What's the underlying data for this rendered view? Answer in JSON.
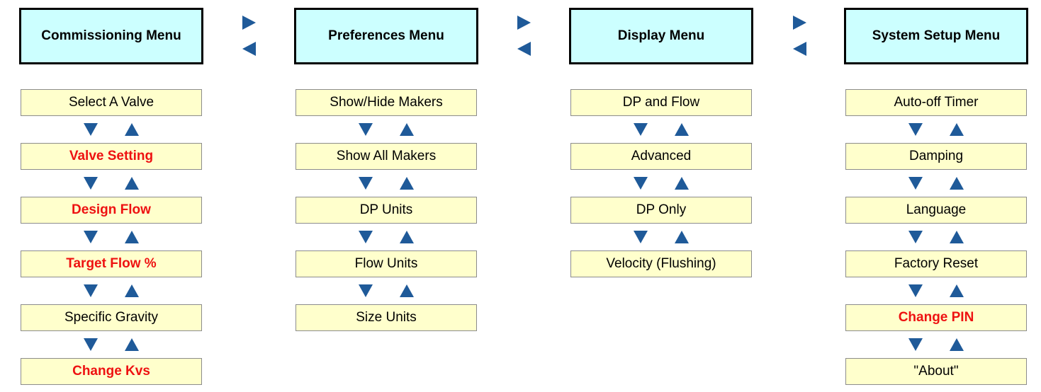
{
  "colors": {
    "header_fill": "#ccffff",
    "item_fill": "#ffffcc",
    "arrow": "#1f5a99",
    "highlight_text": "#ee1111"
  },
  "menus": [
    {
      "title": "Commissioning Menu",
      "items": [
        {
          "label": "Select A Valve",
          "highlight": false
        },
        {
          "label": "Valve Setting",
          "highlight": true
        },
        {
          "label": "Design Flow",
          "highlight": true
        },
        {
          "label": "Target Flow %",
          "highlight": true
        },
        {
          "label": "Specific Gravity",
          "highlight": false
        },
        {
          "label": "Change Kvs",
          "highlight": true
        }
      ]
    },
    {
      "title": "Preferences Menu",
      "items": [
        {
          "label": "Show/Hide Makers",
          "highlight": false
        },
        {
          "label": "Show All Makers",
          "highlight": false
        },
        {
          "label": "DP Units",
          "highlight": false
        },
        {
          "label": "Flow Units",
          "highlight": false
        },
        {
          "label": "Size Units",
          "highlight": false
        }
      ]
    },
    {
      "title": "Display Menu",
      "items": [
        {
          "label": "DP and Flow",
          "highlight": false
        },
        {
          "label": "Advanced",
          "highlight": false
        },
        {
          "label": "DP Only",
          "highlight": false
        },
        {
          "label": "Velocity (Flushing)",
          "highlight": false
        }
      ]
    },
    {
      "title": "System Setup Menu",
      "items": [
        {
          "label": "Auto-off Timer",
          "highlight": false
        },
        {
          "label": "Damping",
          "highlight": false
        },
        {
          "label": "Language",
          "highlight": false
        },
        {
          "label": "Factory Reset",
          "highlight": false
        },
        {
          "label": "Change PIN",
          "highlight": true
        },
        {
          "label": "\"About\"",
          "highlight": false
        }
      ]
    }
  ]
}
